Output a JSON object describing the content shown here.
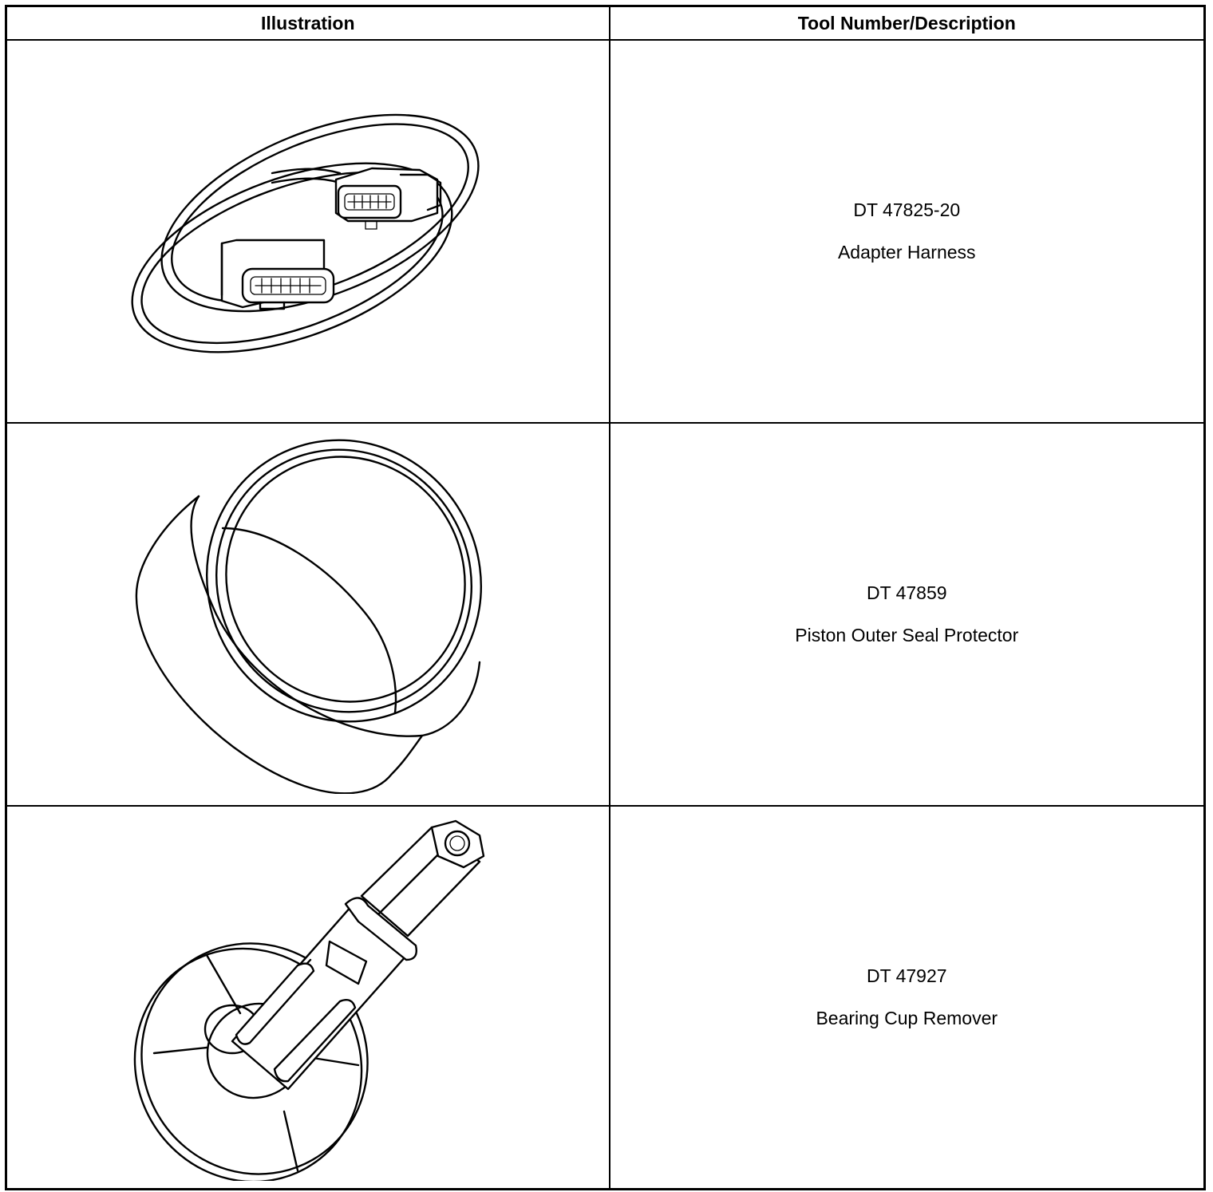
{
  "table": {
    "headers": {
      "illustration": "Illustration",
      "tool": "Tool Number/Description"
    },
    "rows": [
      {
        "number": "DT 47825-20",
        "description": "Adapter Harness",
        "icon": "adapter-harness-illustration"
      },
      {
        "number": "DT 47859",
        "description": "Piston Outer Seal Protector",
        "icon": "seal-protector-illustration"
      },
      {
        "number": "DT 47927",
        "description": "Bearing Cup Remover",
        "icon": "bearing-cup-remover-illustration"
      }
    ]
  }
}
